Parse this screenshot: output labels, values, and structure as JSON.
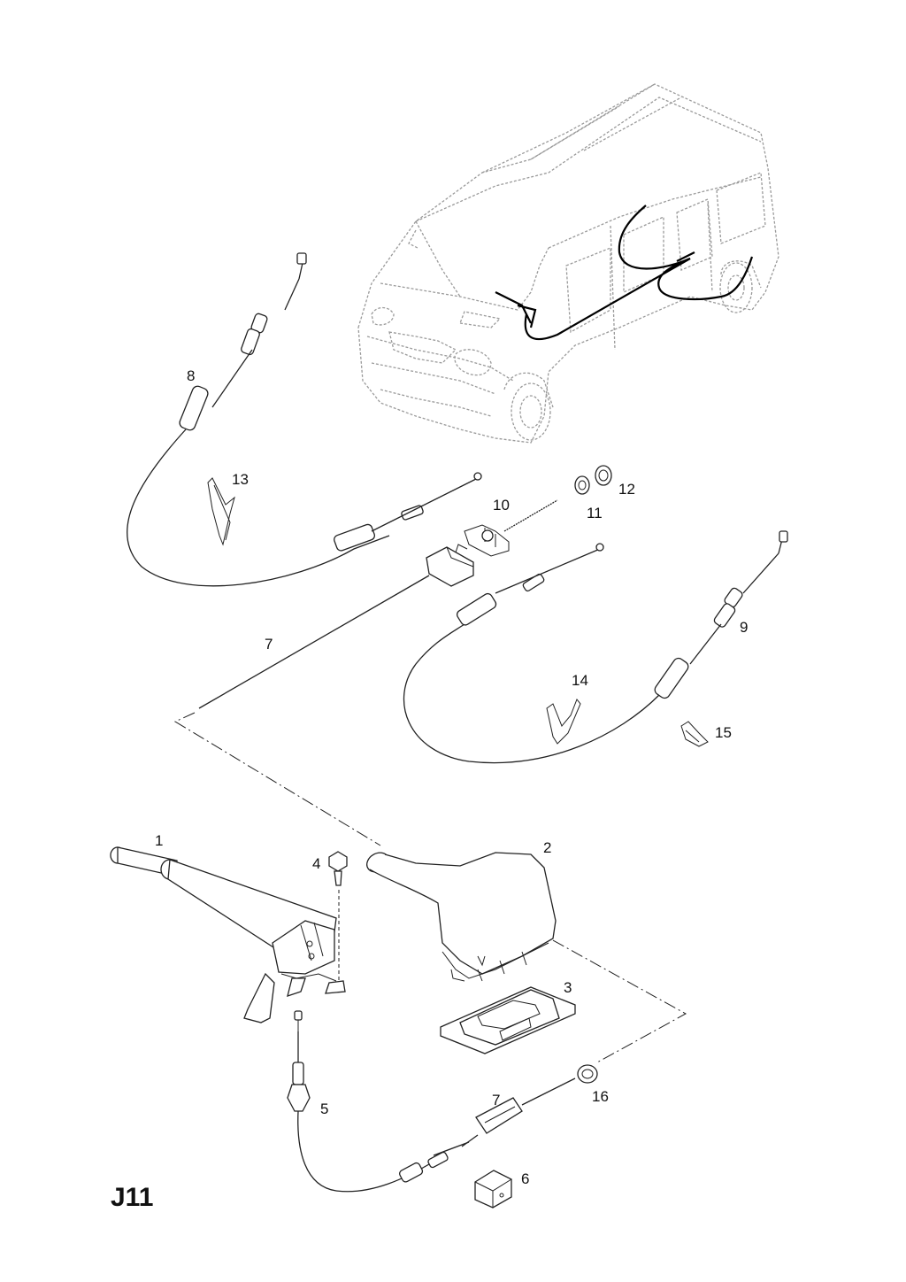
{
  "page": {
    "diagram_code": "J11"
  },
  "callouts": {
    "c1": "1",
    "c2": "2",
    "c3": "3",
    "c4": "4",
    "c5": "5",
    "c6": "6",
    "c7a": "7",
    "c7b": "7",
    "c8": "8",
    "c9": "9",
    "c10": "10",
    "c11": "11",
    "c12": "12",
    "c13": "13",
    "c14": "14",
    "c15": "15",
    "c16": "16"
  },
  "colors": {
    "line": "#222222",
    "van_outline": "#9a9a9a",
    "highlight_cable": "#000000"
  }
}
